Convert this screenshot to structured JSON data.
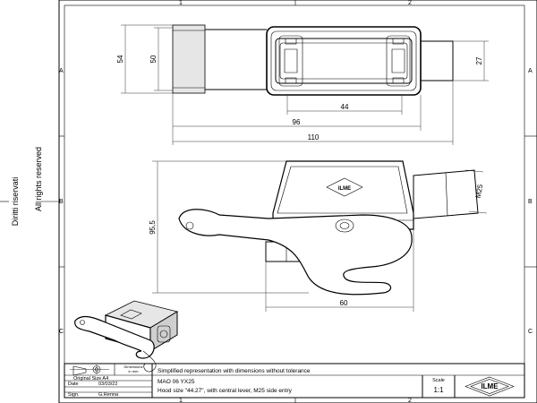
{
  "sheet": {
    "grid_columns": [
      "1",
      "2"
    ],
    "grid_rows": [
      "A",
      "B",
      "C"
    ],
    "side_texts": [
      "Diritti riservati",
      "All rights reserved"
    ]
  },
  "dimensions": {
    "d54": "54",
    "d50": "50",
    "d27": "27",
    "d44": "44",
    "d96": "96",
    "d110": "110",
    "dM25": "M25",
    "d95_5": "95,5",
    "d60": "60"
  },
  "title_block": {
    "units_label": "Dimensions",
    "units_value": "in mm",
    "note": "Simplified representation with dimensions without tolerance",
    "original_size_label": "Original Size A4",
    "date_label": "Date",
    "date_value": "03/03/22",
    "sign_label": "Sign.",
    "sign_value": "G.Renna",
    "code": "MAO 06 YX25",
    "description": "Hood size \"44.27\", with central lever, M25 side entry",
    "scale_label": "Scale",
    "scale_value": "1:1",
    "logo_text": "ILME"
  }
}
